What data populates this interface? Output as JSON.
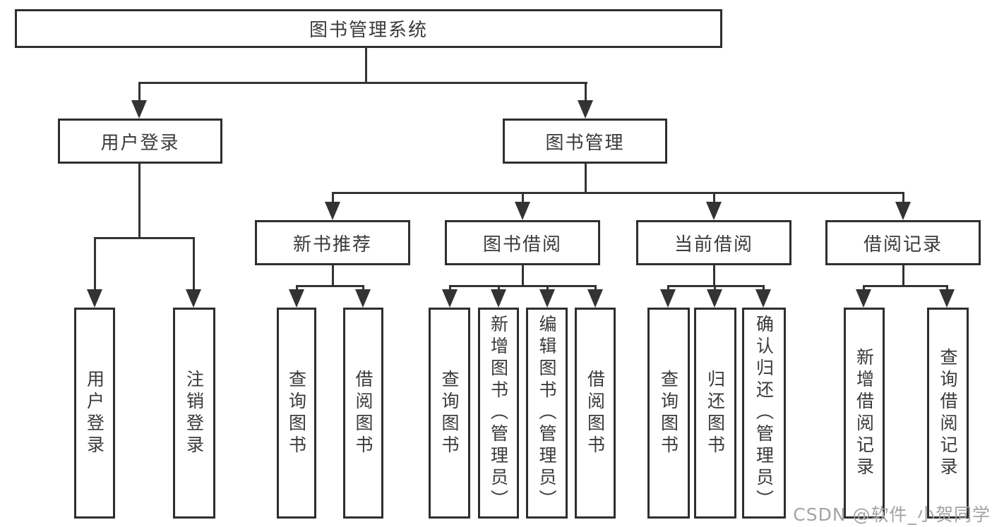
{
  "nodes": {
    "root": "图书管理系统",
    "user_login": "用户登录",
    "book_mgmt": "图书管理",
    "new_book_rec": "新书推荐",
    "book_borrow": "图书借阅",
    "current_borrow": "当前借阅",
    "borrow_record": "借阅记录",
    "ul_login": "用户登录",
    "ul_logout": "注销登录",
    "nb_query": "查询图书",
    "nb_borrow": "借阅图书",
    "bb_query": "查询图书",
    "bb_add": "新增图书（管理员）",
    "bb_edit": "编辑图书（管理员）",
    "bb_borrow": "借阅图书",
    "cb_query": "查询图书",
    "cb_return": "归还图书",
    "cb_confirm": "确认归还（管理员）",
    "br_add": "新增借阅记录",
    "br_query": "查询借阅记录"
  },
  "watermark": "CSDN @软件_小贺同学",
  "colors": {
    "line": "#333333",
    "box_border": "#2e2e2e",
    "text": "#3a3a3a",
    "background": "#ffffff",
    "watermark": "#a3a3a3"
  }
}
